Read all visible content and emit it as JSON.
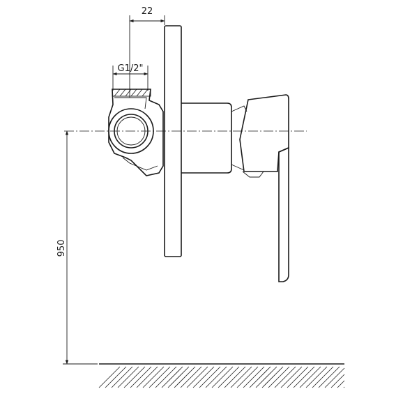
{
  "dimensions": {
    "offset_label": "22",
    "thread_label": "G1/2\"",
    "height_label": "950"
  }
}
